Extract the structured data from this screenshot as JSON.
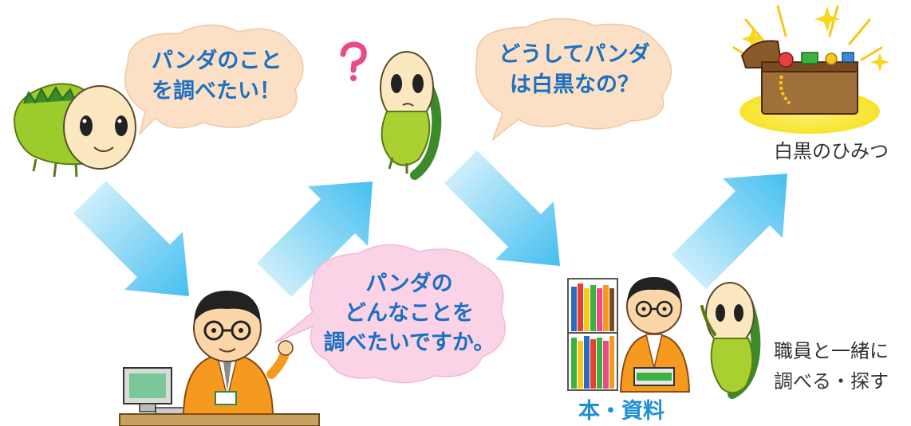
{
  "bubbles": {
    "first": [
      "パンダのこと",
      "を調べたい！"
    ],
    "second": [
      "どうしてパンダ",
      "は白黒なの？"
    ],
    "librarian": [
      "パンダの",
      "どんなことを",
      "調べたいですか。"
    ]
  },
  "labels": {
    "treasure": "白黒のひみつ",
    "together": [
      "職員と一緒に",
      "調べる・探す"
    ],
    "books": "本・資料"
  },
  "colors": {
    "arrow": "#45bff0",
    "bubble_peach": "#fbe0c6",
    "bubble_pink": "#fbd3e7",
    "bubble_text": "#1d6fc0",
    "label_blue": "#1f8fd6"
  },
  "icons": {
    "character": "green-caterpillar-mascot",
    "librarian": "librarian-with-glasses",
    "treasure": "treasure-chest",
    "question": "question-mark",
    "computer": "computer-monitor",
    "bookshelf": "bookshelf"
  }
}
